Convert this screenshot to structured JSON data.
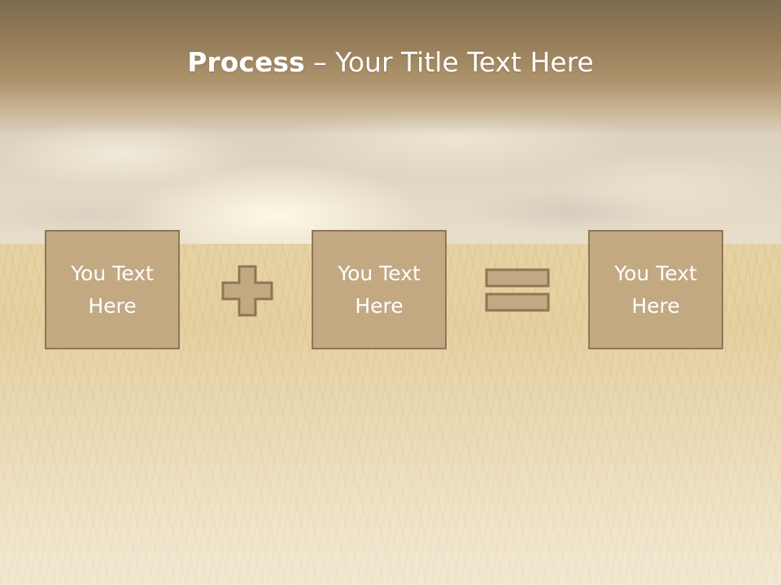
{
  "slide": {
    "title_bold": "Process",
    "title_rest": " – Your Title Text Here",
    "colors": {
      "box_fill": "#c2a982",
      "box_border": "#8f7657",
      "header_top": "#7c6a4f",
      "text": "#ffffff"
    },
    "boxes": [
      {
        "line1": "You Text",
        "line2": "Here"
      },
      {
        "line1": "You Text",
        "line2": "Here"
      },
      {
        "line1": "You Text",
        "line2": "Here"
      }
    ],
    "operators": [
      "plus-icon",
      "equals-icon"
    ],
    "background": "wheat-field-photo"
  }
}
